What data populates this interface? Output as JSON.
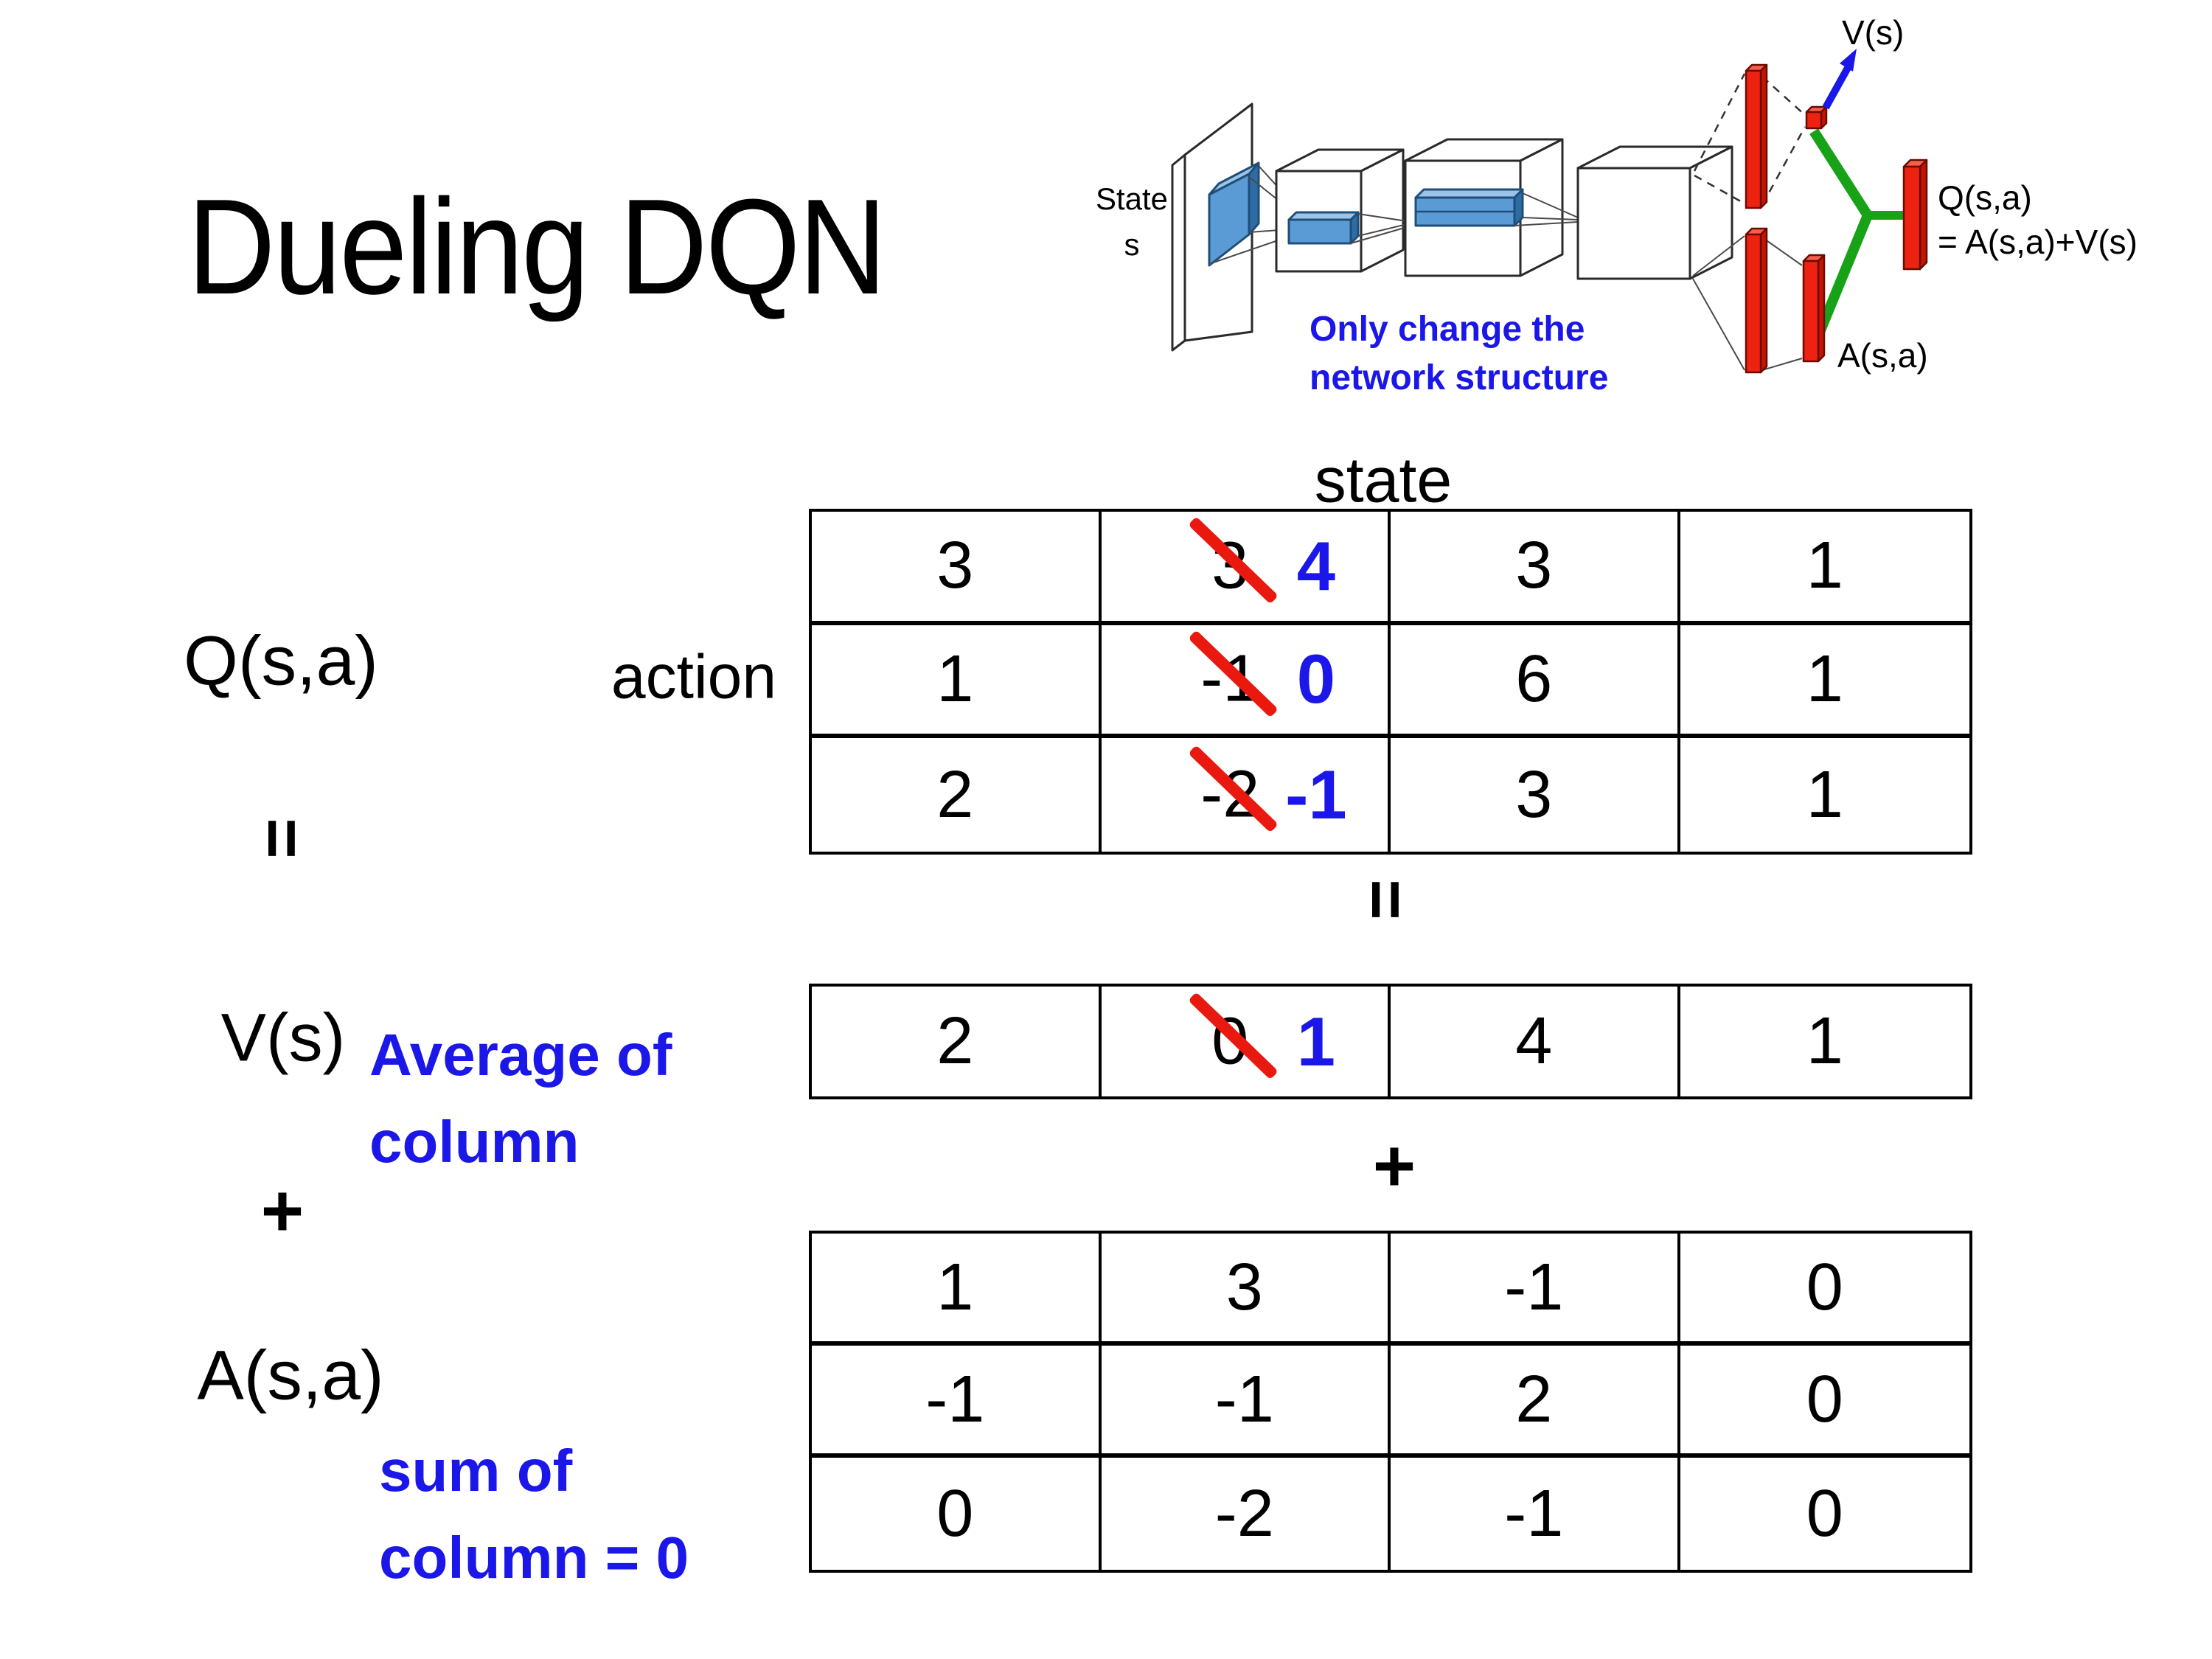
{
  "slide": {
    "title": "Dueling DQN"
  },
  "colors": {
    "accent_blue": "#1a17e8",
    "strike_red": "#e9190f",
    "bar_red": "#ee2211",
    "bar_red_light": "#f4604a",
    "bar_red_edge": "#6b0b00",
    "link_green": "#17a217",
    "conv_blue": "#5b9bd5",
    "conv_blue_light": "#9cc3e8",
    "conv_blue_edge": "#1f4e79"
  },
  "diagram": {
    "state_label_line1": "State",
    "state_label_line2": "s",
    "note_line1": "Only change the",
    "note_line2": "network structure",
    "v_out_label": "V(s)",
    "q_out_label": "Q(s,a)",
    "q_out_formula": "= A(s,a)+V(s)",
    "a_out_label": "A(s,a)"
  },
  "equation": {
    "q_label": "Q(s,a)",
    "equals_left": "=",
    "v_label": "V(s)",
    "plus_left": "+",
    "a_label": "A(s,a)",
    "equals_center": "=",
    "plus_center": "+",
    "state_header": "state",
    "action_header": "action",
    "avg_note_line1": "Average of",
    "avg_note_line2": "column",
    "sum_note_line1": "sum of",
    "sum_note_line2": "column = 0"
  },
  "tables": {
    "q": {
      "rows": [
        {
          "cells": [
            {
              "v": "3"
            },
            {
              "old": "3",
              "new": "4"
            },
            {
              "v": "3"
            },
            {
              "v": "1"
            }
          ]
        },
        {
          "cells": [
            {
              "v": "1"
            },
            {
              "old": "-1",
              "new": "0"
            },
            {
              "v": "6"
            },
            {
              "v": "1"
            }
          ]
        },
        {
          "cells": [
            {
              "v": "2"
            },
            {
              "old": "-2",
              "new": "-1"
            },
            {
              "v": "3"
            },
            {
              "v": "1"
            }
          ]
        }
      ]
    },
    "v": {
      "rows": [
        {
          "cells": [
            {
              "v": "2"
            },
            {
              "old": "0",
              "new": "1"
            },
            {
              "v": "4"
            },
            {
              "v": "1"
            }
          ]
        }
      ]
    },
    "a": {
      "rows": [
        {
          "cells": [
            {
              "v": "1"
            },
            {
              "v": "3"
            },
            {
              "v": "-1"
            },
            {
              "v": "0"
            }
          ]
        },
        {
          "cells": [
            {
              "v": "-1"
            },
            {
              "v": "-1"
            },
            {
              "v": "2"
            },
            {
              "v": "0"
            }
          ]
        },
        {
          "cells": [
            {
              "v": "0"
            },
            {
              "v": "-2"
            },
            {
              "v": "-1"
            },
            {
              "v": "0"
            }
          ]
        }
      ]
    }
  }
}
